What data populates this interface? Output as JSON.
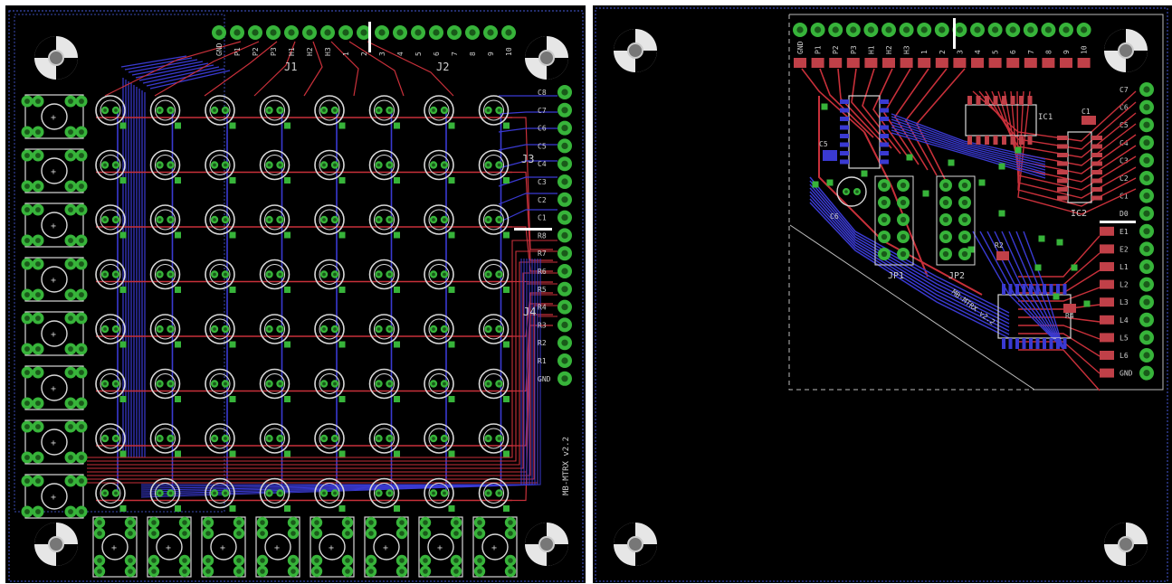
{
  "colors": {
    "background": "#000000",
    "top_copper": "#c8303a",
    "bottom_copper": "#3a3ad2",
    "pad": "#37b43a",
    "silk": "#d8d8d8",
    "smd": "#c04048",
    "outline": "#3a4ab0"
  },
  "left_board": {
    "connectors": {
      "j1": "J1",
      "j2": "J2",
      "j3": "J3",
      "j4": "J4"
    },
    "top_header_labels": [
      "GND",
      "P1",
      "P2",
      "P3",
      "H1",
      "H2",
      "H3",
      "1",
      "2",
      "3",
      "4",
      "5",
      "6",
      "7",
      "8",
      "9",
      "10"
    ],
    "right_header_labels": [
      "C8",
      "C7",
      "C6",
      "C5",
      "C4",
      "C3",
      "C2",
      "C1",
      "R8",
      "R7",
      "R6",
      "R5",
      "R4",
      "R3",
      "R2",
      "R1",
      "GND"
    ],
    "board_label": "MB-MTRX v2.2",
    "led_rows": 8,
    "led_cols": 8
  },
  "right_board": {
    "components": {
      "ic1": "IC1",
      "ic2": "IC2",
      "jp1": "JP1",
      "jp2": "JP2",
      "c1": "C1",
      "c5": "C5",
      "c6": "C6",
      "r2": "R2",
      "r4": "R4"
    },
    "top_header_labels": [
      "GND",
      "P1",
      "P2",
      "P3",
      "H1",
      "H2",
      "H3",
      "1",
      "2",
      "3",
      "4",
      "5",
      "6",
      "7",
      "8",
      "9",
      "10"
    ],
    "right_header_labels": [
      "C7",
      "C6",
      "C5",
      "C4",
      "C3",
      "C2",
      "C1",
      "D0",
      "E1",
      "E2",
      "L1",
      "L2",
      "L3",
      "L4",
      "L5",
      "L6",
      "GND"
    ],
    "board_label": "MB-MTRX v2.2"
  }
}
